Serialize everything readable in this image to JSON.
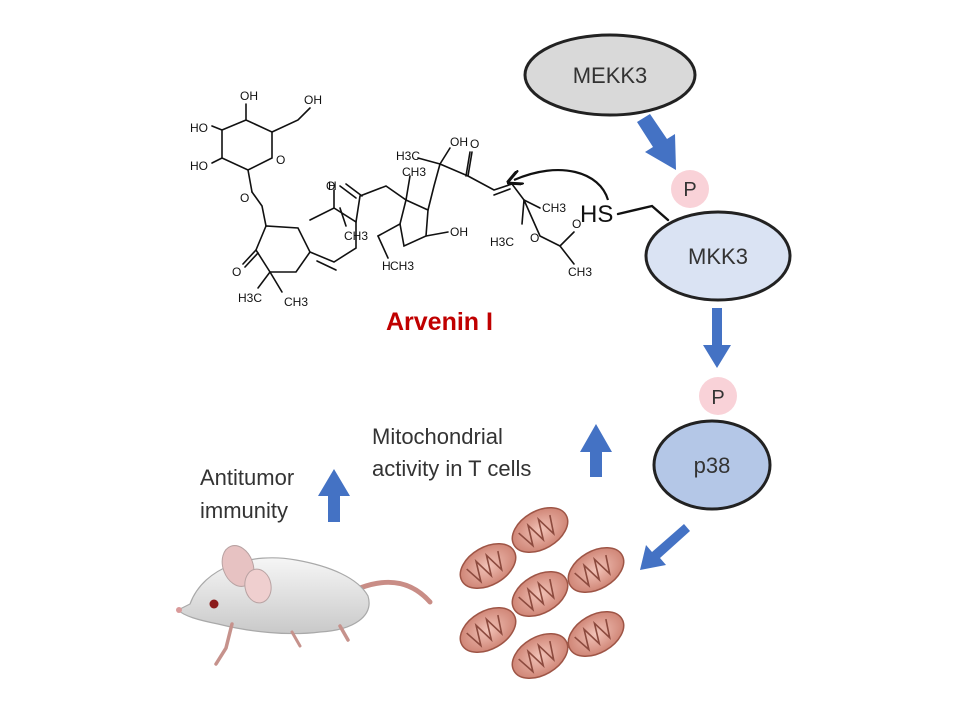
{
  "compound": {
    "name": "Arvenin I",
    "name_color": "#c00000",
    "atom_labels": {
      "ho_1": "HO",
      "ho_2": "HO",
      "oh_1": "OH",
      "oh_2": "OH",
      "o_ring": "O",
      "o_link": "O",
      "o_ketone_1": "O",
      "o_ketone_2": "O",
      "h3c_1": "H3C",
      "ch3_1": "CH3",
      "h_1": "H",
      "ch3_2": "CH3",
      "h_2": "H",
      "ch3_3": "CH3",
      "ch3_4": "CH3",
      "h3c_2": "H3C",
      "oh_3": "OH",
      "o_ketone_3": "O",
      "oh_4": "OH",
      "ch3_5": "CH3",
      "h3c_3": "H3C",
      "o_ester": "O",
      "o_ester_2": "O",
      "ch3_6": "CH3"
    }
  },
  "pathway": {
    "mekk3": {
      "label": "MEKK3",
      "fill": "#d9d9d9"
    },
    "mkk3": {
      "label": "MKK3",
      "fill": "#dae3f3"
    },
    "p38": {
      "label": "p38",
      "fill": "#b4c7e7"
    },
    "phospho_1": {
      "label": "P",
      "fill": "#f9d2d8"
    },
    "phospho_2": {
      "label": "P",
      "fill": "#f9d2d8"
    },
    "thiol": {
      "label": "HS"
    },
    "arrow_color": "#4472c4"
  },
  "effects": {
    "mito_activity": {
      "line1": "Mitochondrial",
      "line2": "activity in T cells"
    },
    "antitumor": {
      "line1": "Antitumor",
      "line2": "immunity"
    }
  },
  "icons": {
    "mitochondria": "mitochondrion-icon",
    "mouse": "mouse-icon"
  }
}
